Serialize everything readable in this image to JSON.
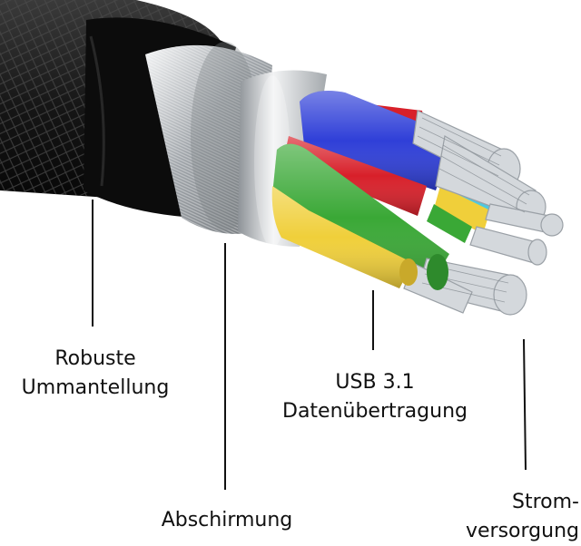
{
  "labels": {
    "jacket": {
      "line1": "Robuste",
      "line2": "Ummantellung"
    },
    "shield": {
      "line1": "Abschirmung"
    },
    "data": {
      "line1": "USB 3.1",
      "line2": "Datenübertragung"
    },
    "power": {
      "line1": "Strom-",
      "line2": "versorgung"
    }
  },
  "colors": {
    "jacket": "#1a1a1a",
    "shield": "#b8bcc0",
    "wire_blue": "#2f3fd8",
    "wire_red": "#d8202a",
    "wire_green": "#3aa836",
    "wire_yellow": "#f0cf3a",
    "wire_cyan": "#4fc8e0",
    "conductor": "#c8ccd0"
  }
}
